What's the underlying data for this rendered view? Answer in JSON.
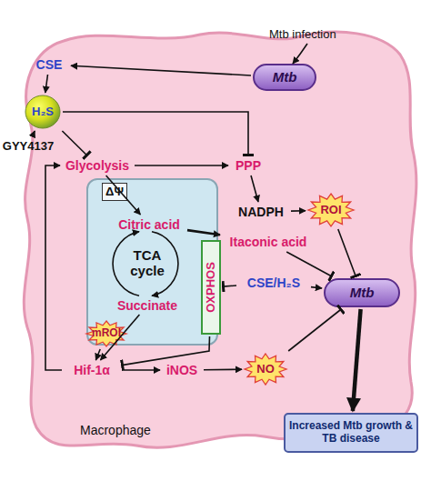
{
  "diagram": {
    "nodes": [
      {
        "text": [
          "Macrophage"
        ]
      },
      {
        "text": [
          "Mtb"
        ],
        "in": 0
      },
      {
        "text": [
          "CSE"
        ],
        "in": 0
      },
      {
        "text": [
          "H₂S"
        ],
        "in": 0
      },
      {
        "text": [
          "GYY4137"
        ]
      },
      {
        "text": [
          "Glycolysis"
        ],
        "in": 0
      },
      {
        "text": [
          "PPP"
        ],
        "in": 0
      },
      {
        "text": [
          "TCA cycle"
        ],
        "in": 0
      },
      {
        "text": [
          "ΔΨ"
        ],
        "in": 7
      },
      {
        "text": [
          "Citric acid"
        ],
        "in": 7
      },
      {
        "text": [
          "Succinate"
        ],
        "in": 7
      },
      {
        "text": [
          "OXPHOS"
        ],
        "in": 7
      },
      {
        "text": [
          "mROI"
        ],
        "in": 7
      },
      {
        "text": [
          "NADPH"
        ],
        "in": 0
      },
      {
        "text": [
          "ROI"
        ],
        "in": 0
      },
      {
        "text": [
          "Itaconic acid"
        ],
        "in": 0
      },
      {
        "text": [
          "CSE/H₂S"
        ],
        "in": 0
      },
      {
        "text": [
          "Mtb"
        ],
        "in": 0
      },
      {
        "text": [
          "Hif-1α"
        ],
        "in": 0
      },
      {
        "text": [
          "iNOS"
        ],
        "in": 0
      },
      {
        "text": [
          "NO"
        ],
        "in": 0
      },
      {
        "text": [
          "Increased Mtb growth & TB disease"
        ]
      }
    ],
    "edges": [
      {
        "from": 1,
        "to": 2,
        "arrow": "to"
      },
      {
        "from": 2,
        "to": 3,
        "arrow": "to"
      },
      {
        "from": 4,
        "to": 3,
        "arrow": "to"
      },
      {
        "from": 3,
        "to": 5,
        "arrow": "to"
      },
      {
        "from": 3,
        "to": 6,
        "arrow": "to"
      },
      {
        "from": 5,
        "to": 6,
        "arrow": "to"
      },
      {
        "from": 5,
        "to": 9,
        "arrow": "to"
      },
      {
        "from": 6,
        "to": 13,
        "arrow": "to"
      },
      {
        "from": 13,
        "to": 14,
        "arrow": "to"
      },
      {
        "from": 14,
        "to": 17,
        "arrow": "to"
      },
      {
        "from": 9,
        "to": 15,
        "arrow": "to"
      },
      {
        "from": 15,
        "to": 17,
        "arrow": "to"
      },
      {
        "from": 16,
        "to": 11,
        "arrow": "to"
      },
      {
        "from": 16,
        "to": 17,
        "arrow": "to"
      },
      {
        "from": 10,
        "to": 18,
        "arrow": "to"
      },
      {
        "from": 12,
        "to": 18,
        "arrow": "to"
      },
      {
        "from": 11,
        "to": 18,
        "arrow": "to"
      },
      {
        "from": 18,
        "to": 5,
        "arrow": "to"
      },
      {
        "from": 18,
        "to": 19,
        "arrow": "to"
      },
      {
        "from": 19,
        "to": 20,
        "arrow": "to"
      },
      {
        "from": 20,
        "to": 17,
        "arrow": "to"
      },
      {
        "from": 17,
        "to": 21,
        "arrow": "to"
      }
    ],
    "labels": [
      "Mtb infection"
    ]
  }
}
